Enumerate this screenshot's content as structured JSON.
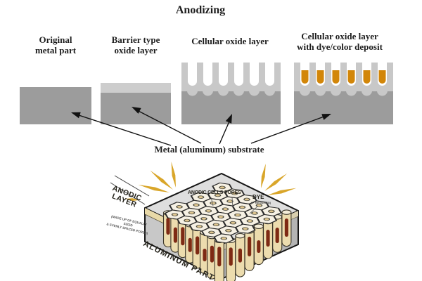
{
  "title": "Anodizing",
  "stages": [
    {
      "label": "Original\nmetal part"
    },
    {
      "label": "Barrier type\noxide layer"
    },
    {
      "label": "Cellular oxide layer"
    },
    {
      "label": "Cellular oxide layer\nwith dye/color deposit"
    }
  ],
  "substrate_label": "Metal (aluminum) substrate",
  "illustration": {
    "anodic_layer_label": "ANODIC\nLAYER",
    "anodic_layer_note": "(MADE UP OF EQUALLY SIZED\n& EVENLY SPACED PORES)",
    "anodic_cells_label": "ANODIC CELLS",
    "pores_label": "PORES",
    "dye_label": "DYE",
    "dye_note": "(IF REQUIRED)",
    "aluminum_part_label": "ALUMINUM PART"
  },
  "colors": {
    "substrate_gray": "#9c9c9c",
    "oxide_light_gray": "#c8c8c8",
    "dye_orange": "#d28609",
    "sparkle_gold": "#d9a62a",
    "pore_red": "#7e2a14",
    "cell_cream": "#ecdcae",
    "box_top_gray": "#dedede"
  }
}
